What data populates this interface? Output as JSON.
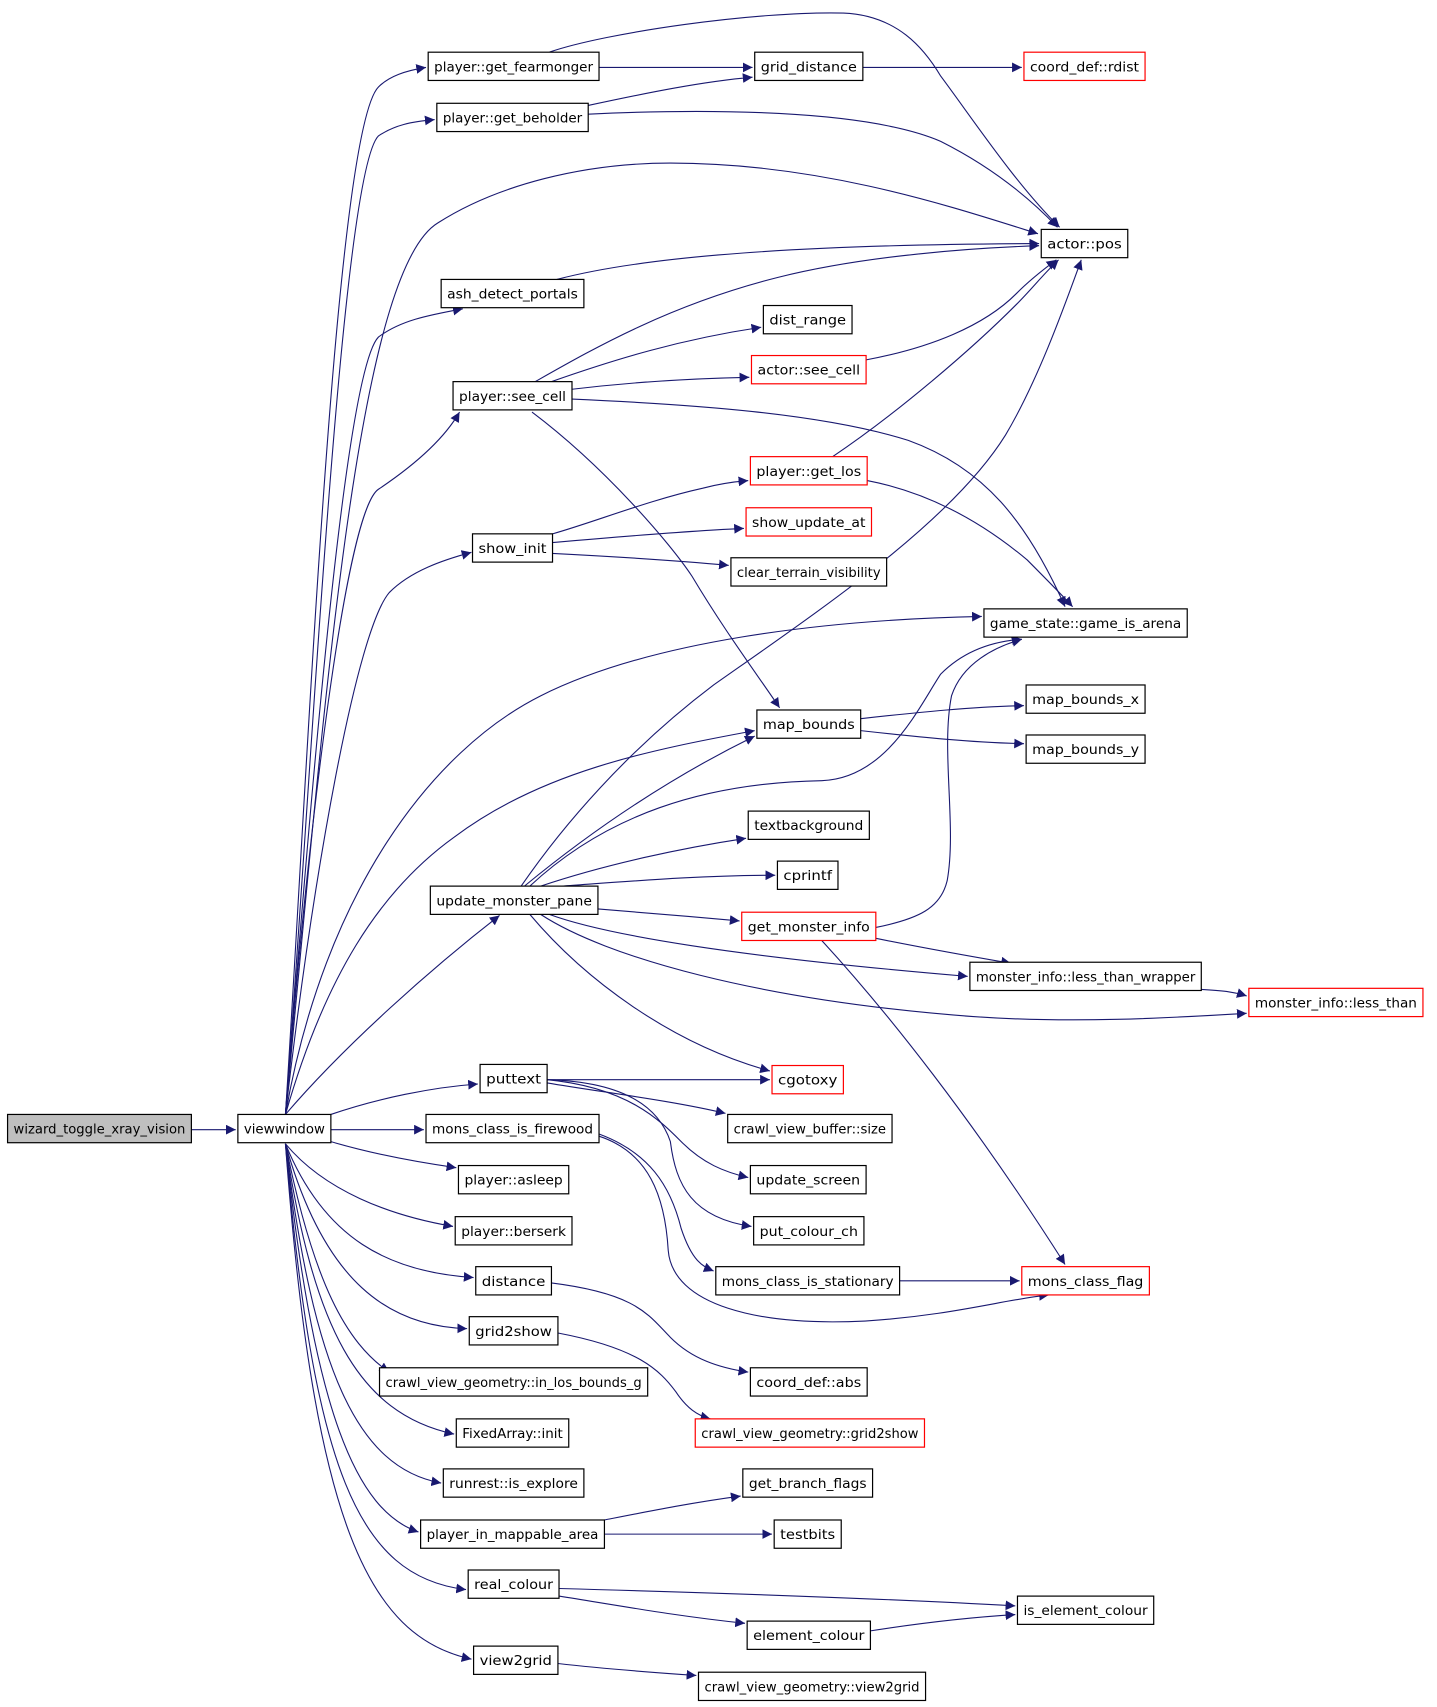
{
  "colors": {
    "edge": "#191970",
    "node_border_normal": "#000000",
    "node_border_truncated": "#ff0000",
    "root_fill": "#bfbfbf",
    "node_fill": "#ffffff"
  },
  "nodes": {
    "wizard_toggle_xray_vision": "wizard_toggle_xray_vision",
    "viewwindow": "viewwindow",
    "get_fearmonger": "player::get_fearmonger",
    "get_beholder": "player::get_beholder",
    "grid_distance": "grid_distance",
    "rdist": "coord_def::rdist",
    "actor_pos": "actor::pos",
    "ash_detect_portals": "ash_detect_portals",
    "dist_range": "dist_range",
    "actor_see_cell": "actor::see_cell",
    "player_see_cell": "player::see_cell",
    "get_los": "player::get_los",
    "show_update_at": "show_update_at",
    "show_init": "show_init",
    "clear_terrain_visibility": "clear_terrain_visibility",
    "game_is_arena": "game_state::game_is_arena",
    "map_bounds": "map_bounds",
    "map_bounds_x": "map_bounds_x",
    "map_bounds_y": "map_bounds_y",
    "textbackground": "textbackground",
    "cprintf": "cprintf",
    "update_monster_pane": "update_monster_pane",
    "get_monster_info": "get_monster_info",
    "less_than_wrapper": "monster_info::less_than_wrapper",
    "less_than": "monster_info::less_than",
    "cgotoxy": "cgotoxy",
    "puttext": "puttext",
    "buffer_size": "crawl_view_buffer::size",
    "mons_class_is_firewood": "mons_class_is_firewood",
    "update_screen": "update_screen",
    "player_asleep": "player::asleep",
    "put_colour_ch": "put_colour_ch",
    "player_berserk": "player::berserk",
    "mons_class_is_stationary": "mons_class_is_stationary",
    "mons_class_flag": "mons_class_flag",
    "distance": "distance",
    "grid2show": "grid2show",
    "coord_abs": "coord_def::abs",
    "in_los_bounds_g": "crawl_view_geometry::in_los_bounds_g",
    "cvg_grid2show": "crawl_view_geometry::grid2show",
    "fixedarray_init": "FixedArray::init",
    "is_explore": "runrest::is_explore",
    "get_branch_flags": "get_branch_flags",
    "player_in_mappable_area": "player_in_mappable_area",
    "testbits": "testbits",
    "real_colour": "real_colour",
    "is_element_colour": "is_element_colour",
    "element_colour": "element_colour",
    "view2grid": "view2grid",
    "cvg_view2grid": "crawl_view_geometry::view2grid"
  }
}
